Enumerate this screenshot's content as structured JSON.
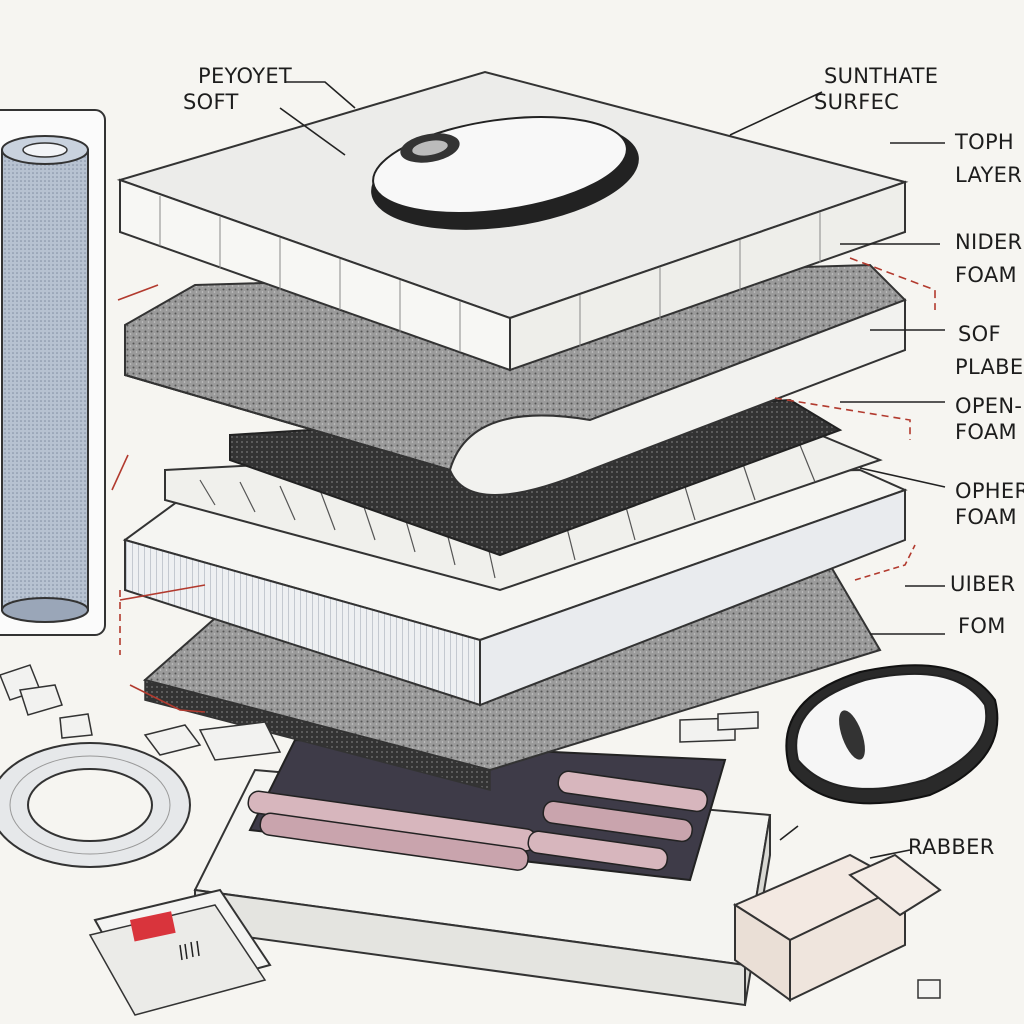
{
  "labels": {
    "peyoyet": "PEYOYET",
    "soft": "SOFT",
    "sunthate": "SUNTHATE",
    "surfec": "SURFEC",
    "toph": "TOPH",
    "layer": "LAYER",
    "nider": "NIDER",
    "foam_1": "FOAM",
    "sof": "SOF",
    "plabe": "PLABE",
    "open": "OPEN-",
    "foam_2": "FOAM",
    "opher": "OPHER",
    "foam_3": "FOAM",
    "uiber": "UIBER",
    "fom": "FOM",
    "rabber": "RABBER"
  },
  "colors": {
    "background": "#f6f5f1",
    "ink": "#1d1d1d",
    "accent_red": "#b23a2e",
    "layer_fill": "#f3f3ef",
    "foam_gray": "#8f8f8f",
    "dark_fill": "#2f2f2f",
    "tube_blue": "#a9b6c8",
    "roller_pink": "#d7b6bd",
    "roller_dark": "#3e3b48"
  },
  "icons": [
    "mouse-icon",
    "mouse-icon",
    "tape-roll-icon",
    "tube-roll-icon",
    "foam-blocks-icon",
    "packet-icon"
  ]
}
